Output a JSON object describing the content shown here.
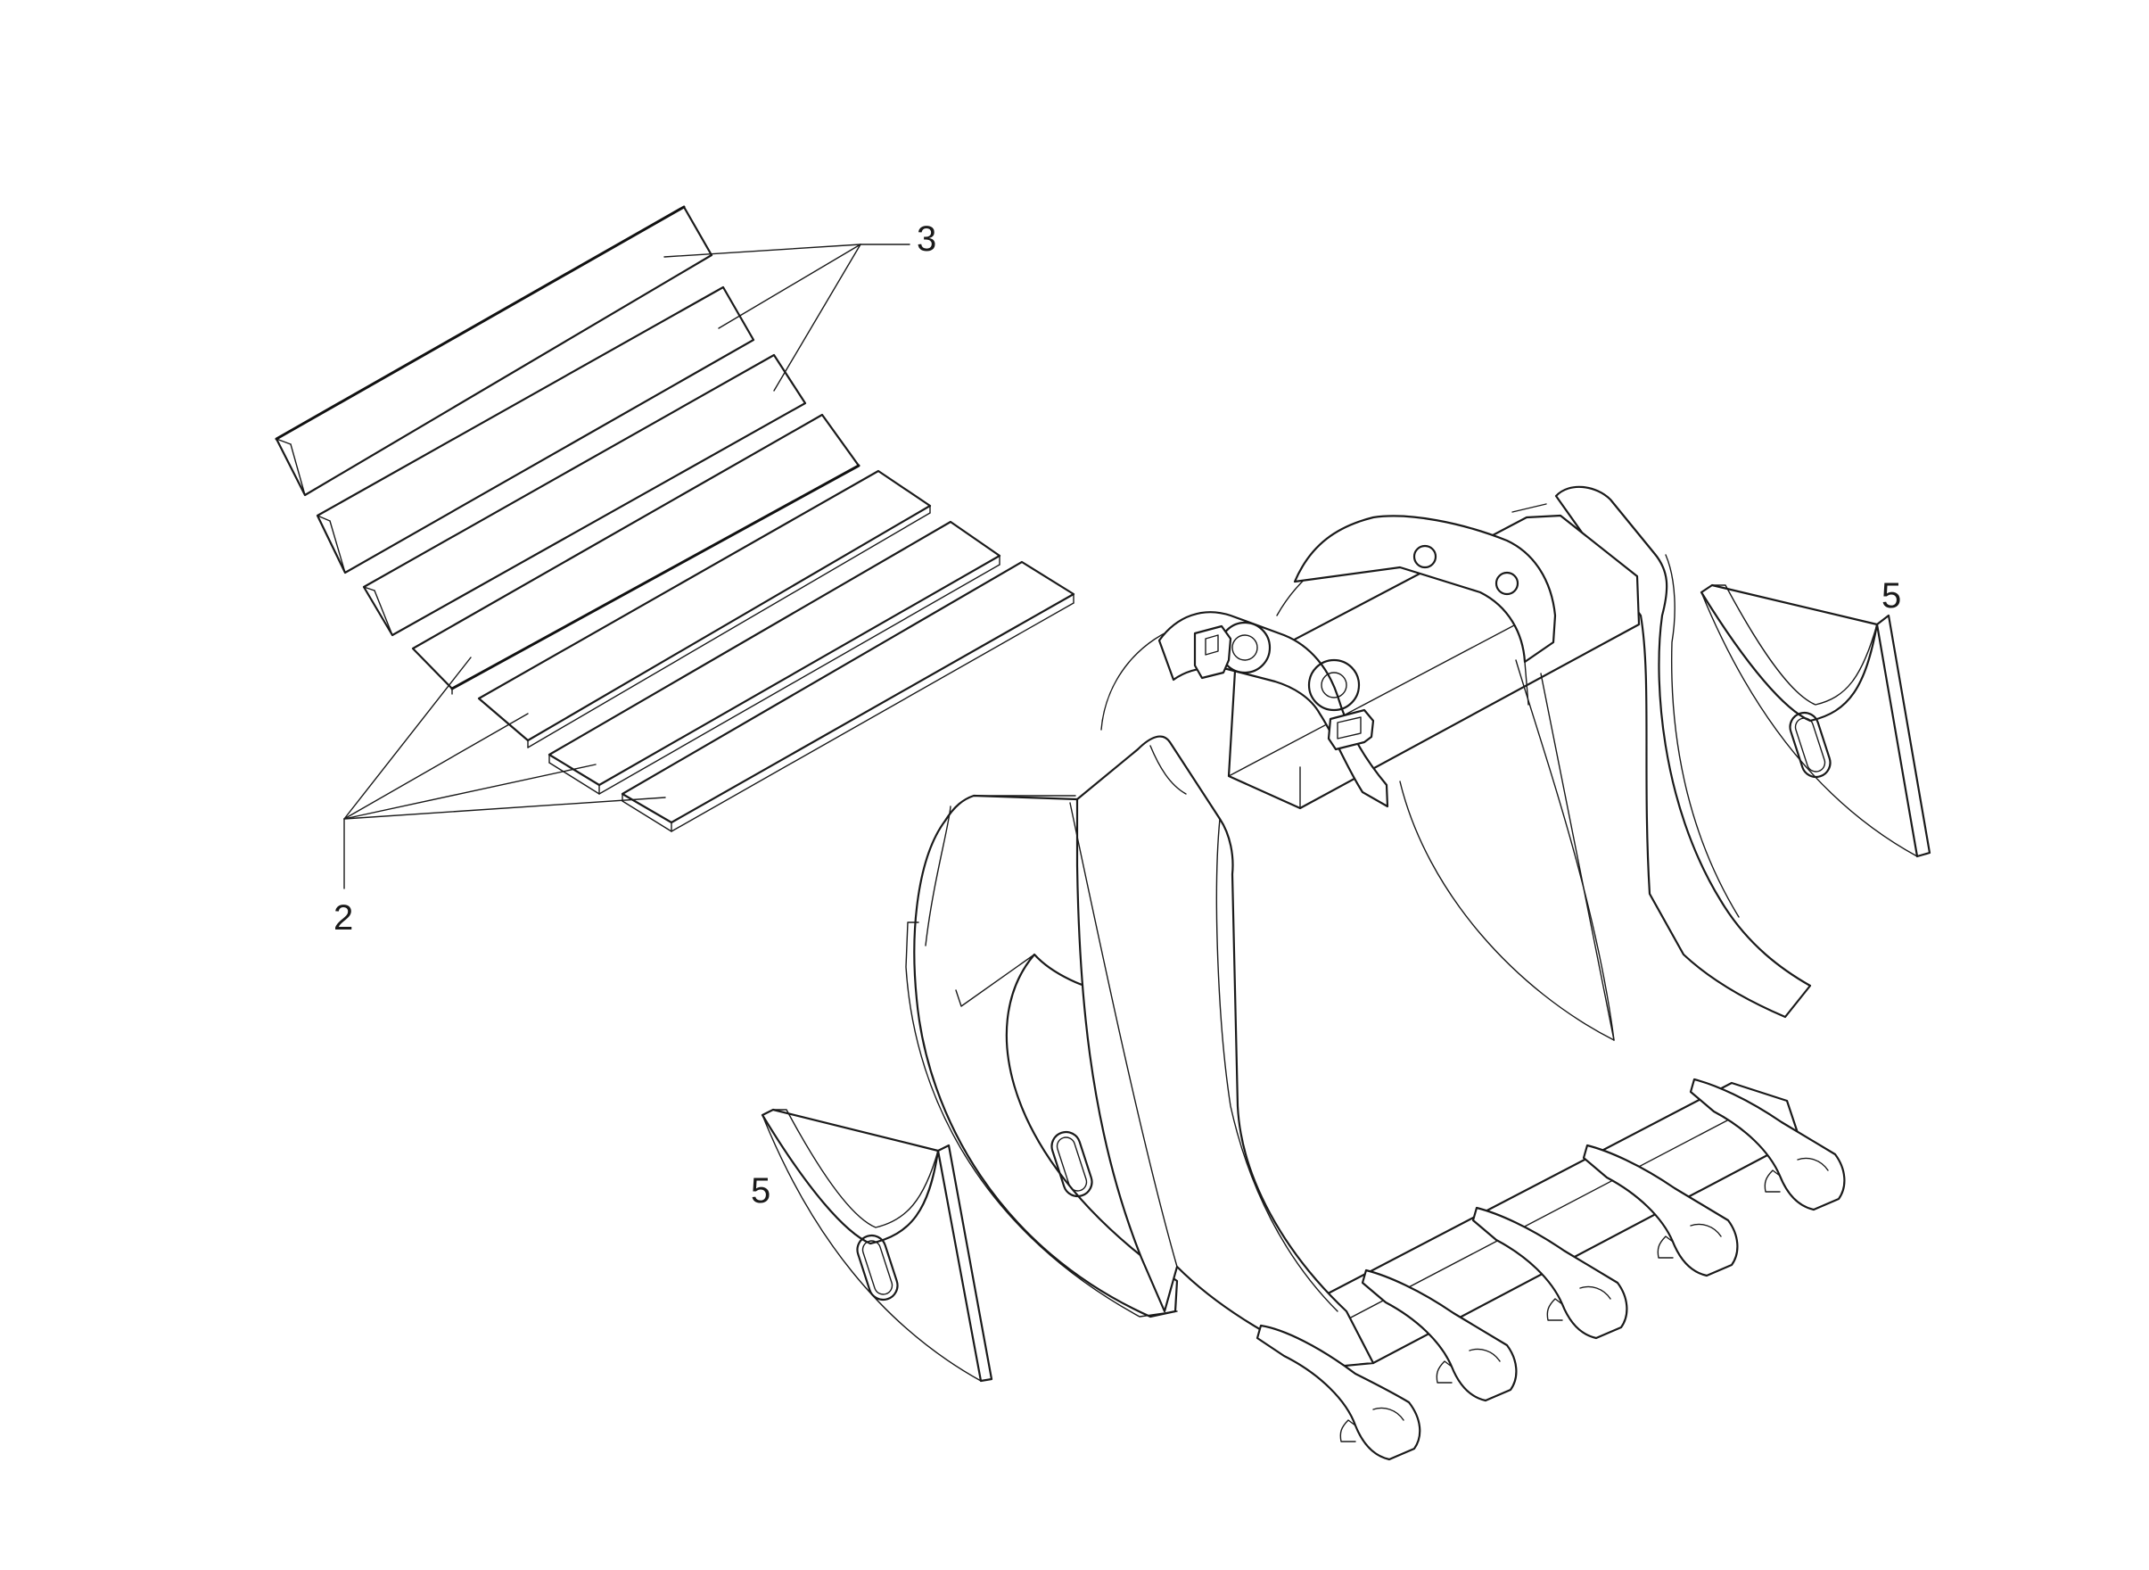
{
  "callouts": {
    "plates_top": "3",
    "plates_bottom": "2",
    "side_cutter_right": "5",
    "side_cutter_left": "5"
  },
  "colors": {
    "line": "#1a1a1a",
    "background": "#ffffff"
  }
}
